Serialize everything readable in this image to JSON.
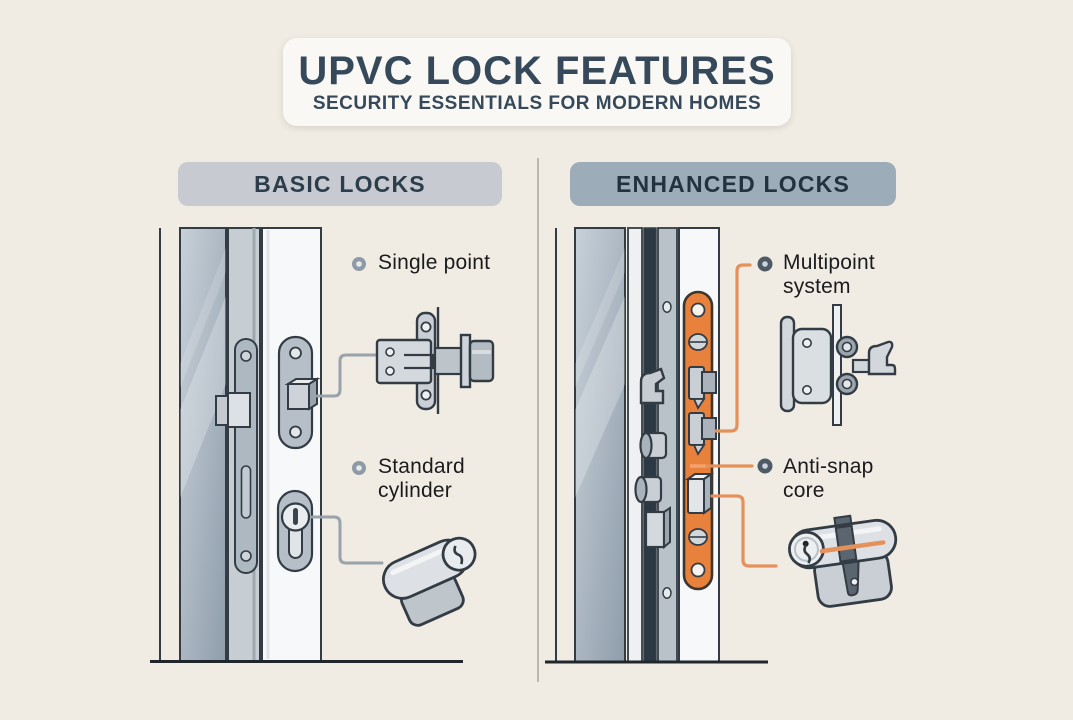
{
  "infographic": {
    "title": "UPVC LOCK FEATURES",
    "subtitle": "SECURITY ESSENTIALS FOR MODERN HOMES"
  },
  "panels": {
    "basic": {
      "header": "BASIC LOCKS",
      "features": [
        {
          "label": "Single point",
          "icon": "deadbolt-latch-icon"
        },
        {
          "label": "Standard cylinder",
          "icon": "euro-cylinder-icon"
        }
      ]
    },
    "enhanced": {
      "header": "ENHANCED LOCKS",
      "features": [
        {
          "label": "Multipoint system",
          "icon": "multipoint-gearbox-icon"
        },
        {
          "label": "Anti-snap core",
          "icon": "anti-snap-cylinder-icon"
        }
      ]
    }
  },
  "colors": {
    "background": "#f0ece3",
    "title_card_bg": "#f9f8f4",
    "title_text": "#36495a",
    "basic_header_bg": "#c7cbd1",
    "basic_header_text": "#2c3d4b",
    "enhanced_header_bg": "#9dacb9",
    "enhanced_header_text": "#22333f",
    "label_text": "#1b1b1d",
    "accent_orange": "#e8813c",
    "connector_gray": "#9aa2ab",
    "connector_orange": "#e5915c",
    "outline_dark": "#333c45"
  }
}
